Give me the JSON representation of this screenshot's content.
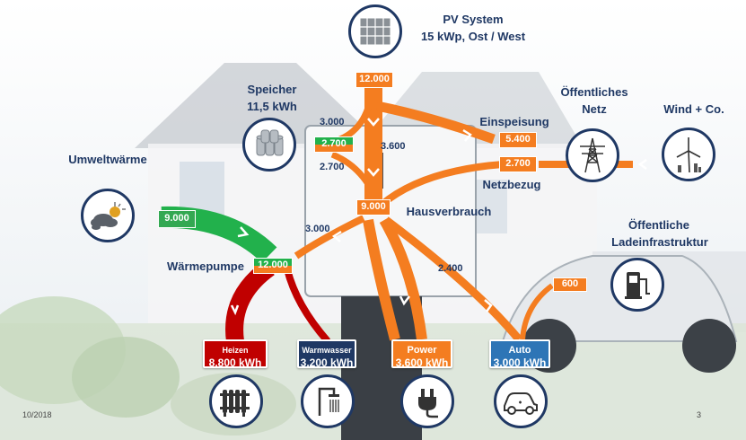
{
  "labels": {
    "pv_title": "PV System",
    "pv_sub": "15 kWp, Ost / West",
    "storage_title": "Speicher",
    "storage_sub": "11,5 kWh",
    "public_grid_1": "Öffentliches",
    "public_grid_2": "Netz",
    "wind": "Wind + Co.",
    "ambient_heat": "Umweltwärme",
    "feed_in": "Einspeisung",
    "grid_draw": "Netzbezug",
    "household": "Hausverbrauch",
    "heat_pump": "Wärmepumpe",
    "charging_1": "Öffentliche",
    "charging_2": "Ladeinfrastruktur"
  },
  "values": {
    "pv_output": "12.000",
    "storage_in": "3.000",
    "storage_level": "2.700",
    "storage_out": "2.700",
    "pv_to_house": "3.600",
    "feed_in": "5.400",
    "grid_draw": "2.700",
    "household": "9.000",
    "ambient_heat": "9.000",
    "house_to_heatpump": "3.000",
    "heatpump": "12.000",
    "house_to_car": "2.400",
    "public_charge": "600"
  },
  "outputs": [
    {
      "label": "Heizen",
      "value": "8.800 kWh",
      "color": "#c00000"
    },
    {
      "label": "Warmwasser",
      "value": "3.200 kWh",
      "color": "#1f3864"
    },
    {
      "label": "Power",
      "value": "3.600 kWh",
      "color": "#f47d20"
    },
    {
      "label": "Auto",
      "value": "3.000 kWh",
      "color": "#2e75b6"
    }
  ],
  "icons": [
    "solar-panel-icon",
    "battery-storage-icon",
    "power-pylon-icon",
    "wind-turbine-icon",
    "weather-icon",
    "charging-station-icon",
    "radiator-icon",
    "shower-icon",
    "power-plug-icon",
    "electric-car-icon"
  ],
  "colors": {
    "flow_orange": "#f47d20",
    "flow_green": "#22b14c",
    "heat_red": "#c00000",
    "dark_blue": "#1f3864"
  },
  "footer": {
    "date": "10/2018",
    "page": "3"
  }
}
